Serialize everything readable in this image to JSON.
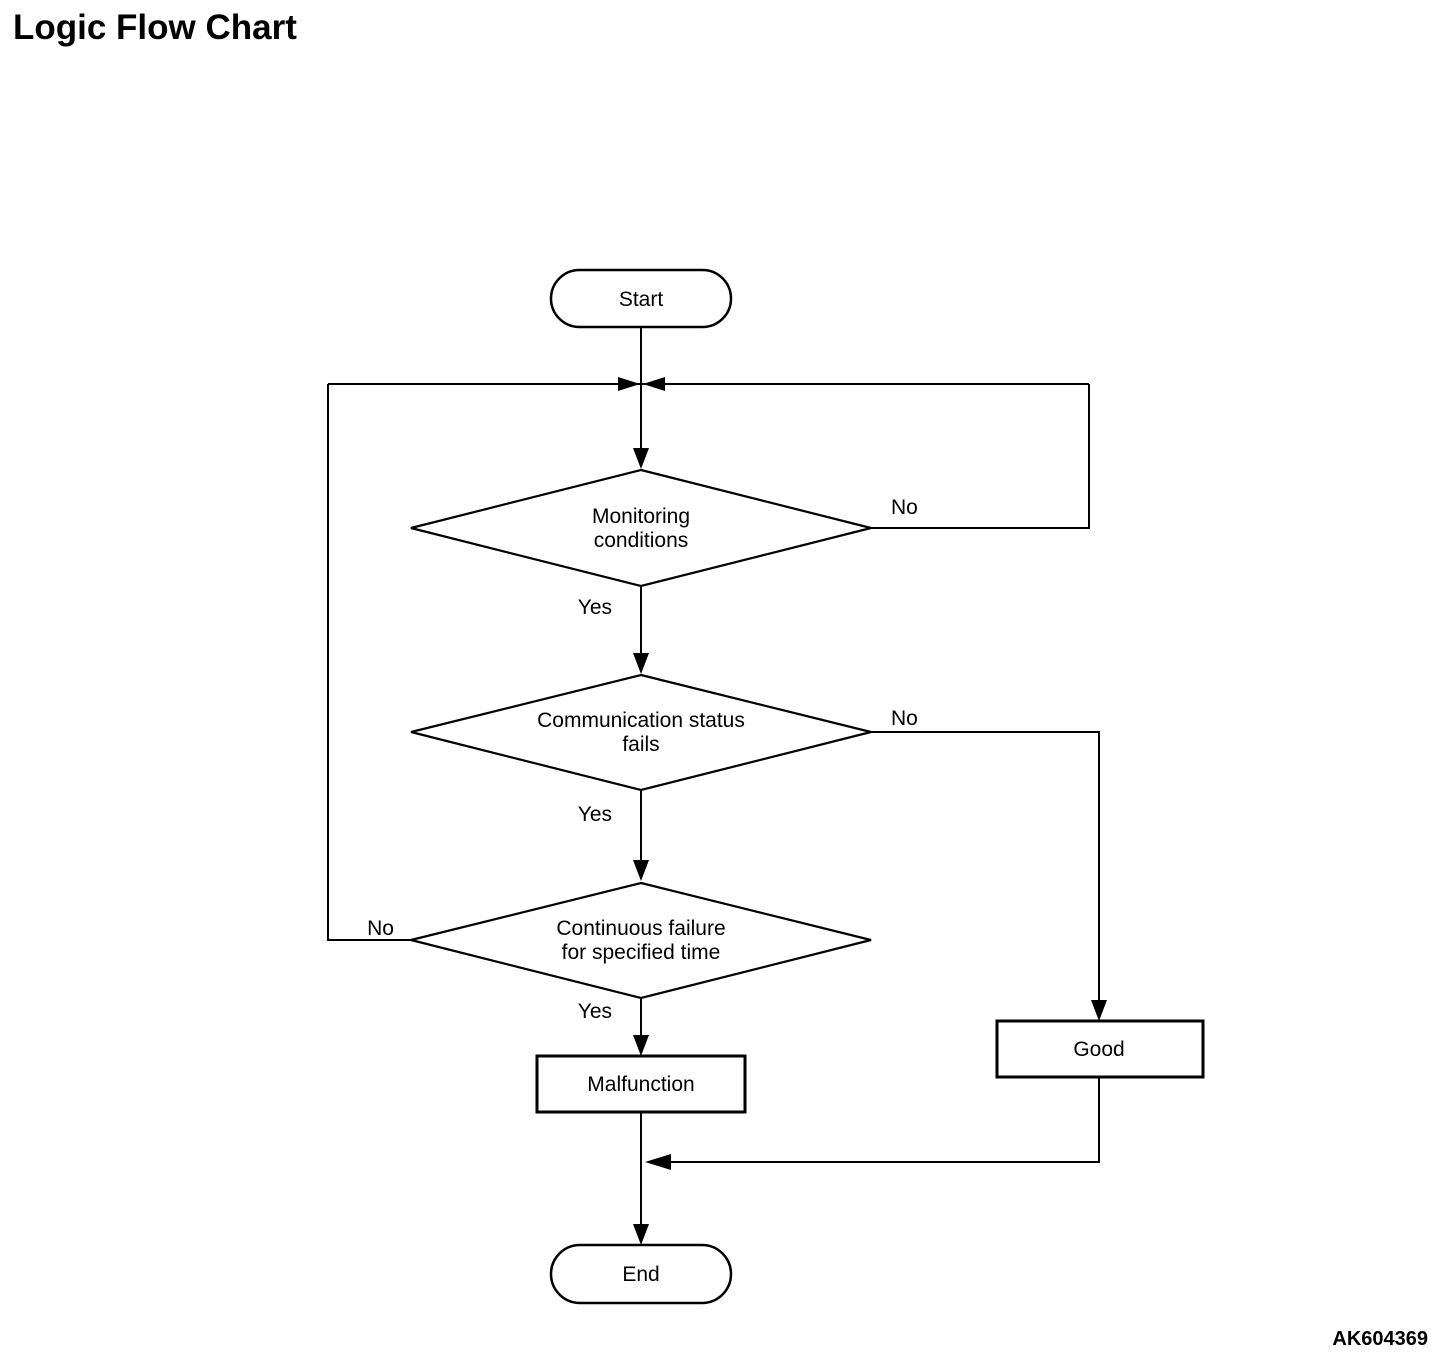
{
  "title": "Logic Flow Chart",
  "figure_code": "AK604369",
  "flowchart": {
    "nodes": {
      "start": {
        "type": "terminator",
        "label": "Start"
      },
      "decision_monitoring": {
        "type": "decision",
        "lines": [
          "Monitoring",
          "conditions"
        ]
      },
      "decision_communication": {
        "type": "decision",
        "lines": [
          "Communication status",
          "fails"
        ]
      },
      "decision_continuous": {
        "type": "decision",
        "lines": [
          "Continuous failure",
          "for specified time"
        ]
      },
      "malfunction": {
        "type": "process",
        "label": "Malfunction"
      },
      "good": {
        "type": "process",
        "label": "Good"
      },
      "end": {
        "type": "terminator",
        "label": "End"
      }
    },
    "branch_labels": {
      "monitoring_yes": "Yes",
      "monitoring_no": "No",
      "communication_yes": "Yes",
      "communication_no": "No",
      "continuous_yes": "Yes",
      "continuous_no": "No"
    },
    "edges": [
      {
        "from": "Start",
        "to": "Monitoring conditions"
      },
      {
        "from": "Monitoring conditions",
        "to": "Communication status fails",
        "label": "Yes"
      },
      {
        "from": "Monitoring conditions",
        "to": "loop junction",
        "label": "No"
      },
      {
        "from": "Communication status fails",
        "to": "Continuous failure for specified time",
        "label": "Yes"
      },
      {
        "from": "Communication status fails",
        "to": "Good",
        "label": "No"
      },
      {
        "from": "Continuous failure for specified time",
        "to": "Malfunction",
        "label": "Yes"
      },
      {
        "from": "Continuous failure for specified time",
        "to": "loop junction",
        "label": "No"
      },
      {
        "from": "Malfunction",
        "to": "End"
      },
      {
        "from": "Good",
        "to": "End"
      }
    ],
    "colors": {
      "line": "#000000",
      "background": "#ffffff"
    }
  }
}
